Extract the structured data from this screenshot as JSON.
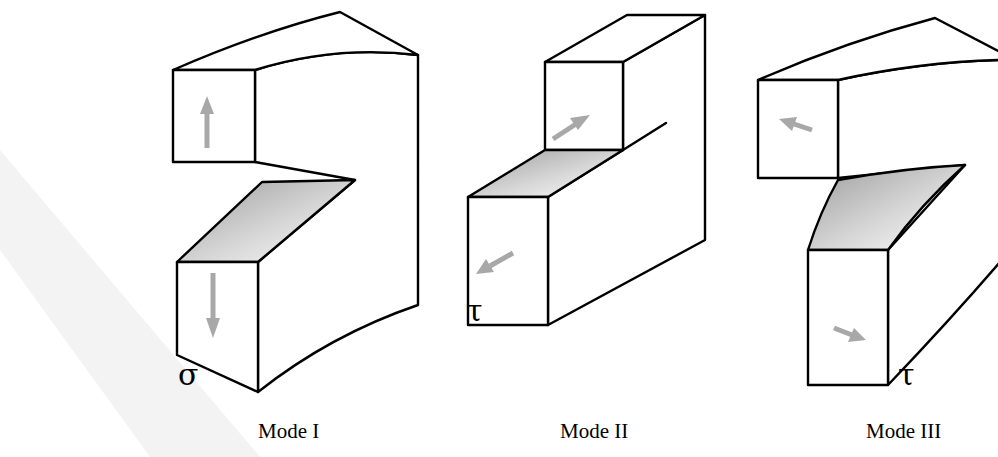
{
  "diagram": {
    "labels": [
      "σ",
      "Mode I",
      "τ",
      "Mode II",
      "τ",
      "Mode III"
    ]
  }
}
